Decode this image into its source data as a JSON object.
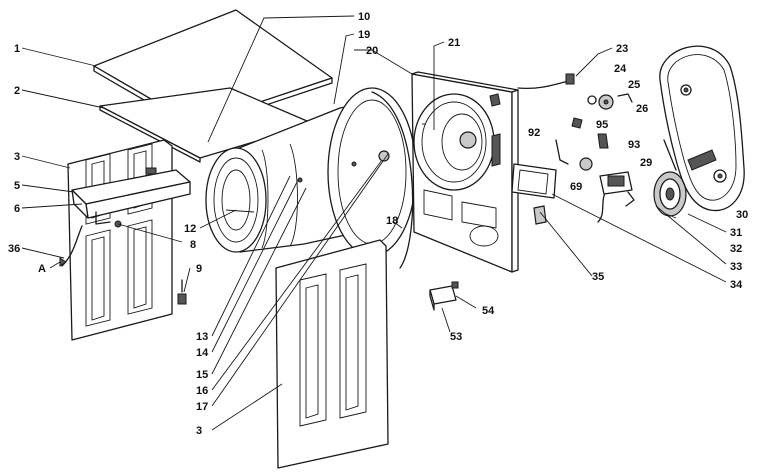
{
  "callouts": {
    "c1": "1",
    "c2": "2",
    "c3a": "3",
    "c3b": "3",
    "c5": "5",
    "c6": "6",
    "c36": "36",
    "cA": "A",
    "c8": "8",
    "c9": "9",
    "c10": "10",
    "c19": "19",
    "c20": "20",
    "c21": "21",
    "c12": "12",
    "c13": "13",
    "c14": "14",
    "c15": "15",
    "c16": "16",
    "c17": "17",
    "c18": "18",
    "c23": "23",
    "c24": "24",
    "c25": "25",
    "c26": "26",
    "c92": "92",
    "c95": "95",
    "c93": "93",
    "c29": "29",
    "c69": "69",
    "c30": "30",
    "c31": "31",
    "c32": "32",
    "c33": "33",
    "c34": "34",
    "c35": "35",
    "c54": "54",
    "c53": "53"
  }
}
